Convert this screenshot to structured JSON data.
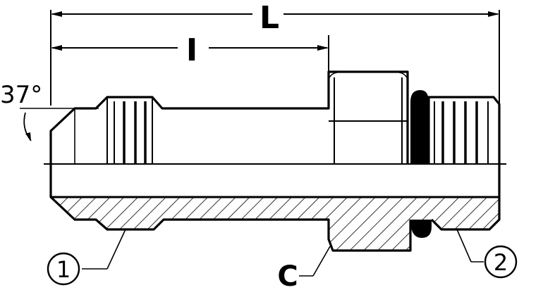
{
  "dimensions": {
    "overall_length_label": "L",
    "thread_length_label": "I",
    "flare_angle_label": "37°"
  },
  "callouts": {
    "end_1_label": "1",
    "end_2_label": "2",
    "hex_label": "C"
  },
  "colors": {
    "line": "#000000",
    "background": "#ffffff"
  }
}
